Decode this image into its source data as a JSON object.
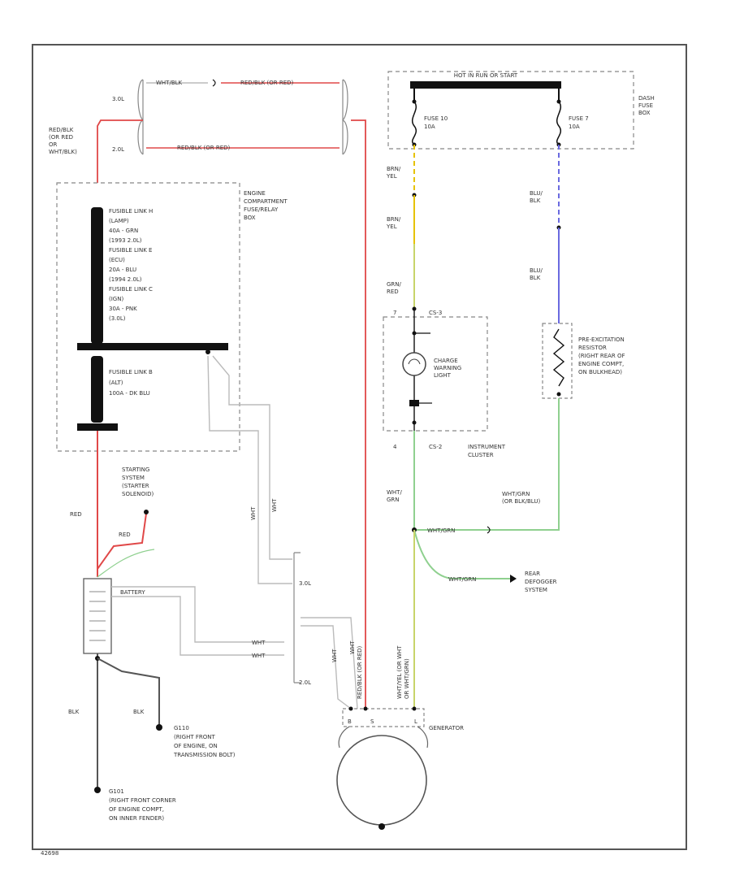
{
  "labels": {
    "hot_in_run_start": "HOT IN RUN OR START",
    "dash_fuse_box": [
      "DASH",
      "FUSE",
      "BOX"
    ],
    "fuse10": [
      "FUSE 10",
      "10A"
    ],
    "fuse7": [
      "FUSE 7",
      "10A"
    ],
    "wht_blk": "WHT/BLK",
    "red_blk_top": "RED/BLK (OR RED)",
    "red_blk_mid": "RED/BLK (OR RED)",
    "red_blk_left": [
      "RED/BLK",
      "(OR RED",
      "OR",
      "WHT/BLK)"
    ],
    "size_3_0l": "3.0L",
    "size_2_0l": "2.0L",
    "engine_box": [
      "ENGINE",
      "COMPARTMENT",
      "FUSE/RELAY",
      "BOX"
    ],
    "fusible_lines": [
      "FUSIBLE LINK H",
      "(LAMP)",
      "40A - GRN",
      "(1993 2.0L)",
      "FUSIBLE LINK E",
      "(ECU)",
      "20A - BLU",
      "(1994 2.0L)",
      "FUSIBLE LINK C",
      "(IGN)",
      "30A - PNK",
      "(3.0L)"
    ],
    "fusible_b": [
      "FUSIBLE LINK B",
      "(ALT)",
      "100A - DK BLU"
    ],
    "brn_yel_1": [
      "BRN/",
      "YEL"
    ],
    "brn_yel_2": [
      "BRN/",
      "YEL"
    ],
    "grn_red": [
      "GRN/",
      "RED"
    ],
    "blu_blk_1": [
      "BLU/",
      "BLK"
    ],
    "blu_blk_2": [
      "BLU/",
      "BLK"
    ],
    "pin7": "7",
    "pin4": "4",
    "conn_cs2": "CS-2",
    "conn_cs3": "CS-3",
    "charge_light": [
      "CHARGE",
      "WARNING",
      "LIGHT"
    ],
    "instrument_cluster": [
      "INSTRUMENT",
      "CLUSTER"
    ],
    "pre_excitation": [
      "PRE-EXCITATION",
      "RESISTOR",
      "(RIGHT REAR OF",
      "ENGINE COMPT,",
      "ON BULKHEAD)"
    ],
    "wht_grn_left": [
      "WHT/",
      "GRN"
    ],
    "wht_grn_right": [
      "WHT/GRN",
      "(OR BLK/BLU)"
    ],
    "wht_grn_node": "WHT/GRN",
    "wht_grn_defog": "WHT/GRN",
    "rear_defogger": [
      "REAR",
      "DEFOGGER",
      "SYSTEM"
    ],
    "starting_system": [
      "STARTING",
      "SYSTEM",
      "(STARTER",
      "SOLENOID)"
    ],
    "red_left": "RED",
    "red_small": "RED",
    "battery": "BATTERY",
    "wht_vert_1": "WHT",
    "wht_vert_2": "WHT",
    "wht_h1": "WHT",
    "wht_h2": "WHT",
    "wht_gen_1": "WHT",
    "wht_gen_2": "WHT",
    "red_blk_gen": "RED/BLK (OR RED)",
    "wht_yel_vert": [
      "WHT/YEL (OR WHT",
      "OR WHT/GRN)"
    ],
    "size_3_0l_bracket": "3.0L",
    "size_2_0l_bracket": "2.0L",
    "blk_left": "BLK",
    "blk_mid": "BLK",
    "g110": [
      "G110",
      "(RIGHT FRONT",
      "OF ENGINE, ON",
      "TRANSMISSION BOLT)"
    ],
    "g101": [
      "G101",
      "(RIGHT FRONT CORNER",
      "OF ENGINE COMPT,",
      "ON INNER FENDER)"
    ],
    "generator": "GENERATOR",
    "gen_pins": [
      "B",
      "S",
      "L"
    ],
    "figure_id": "42698"
  },
  "colors": {
    "red": "#e04848",
    "yellow": "#e6c200",
    "yellow_green": "#c8d46a",
    "green": "#8fd08f",
    "blue": "#6a6ae0",
    "black": "#111111",
    "gray_wire": "#bbbbbb"
  }
}
